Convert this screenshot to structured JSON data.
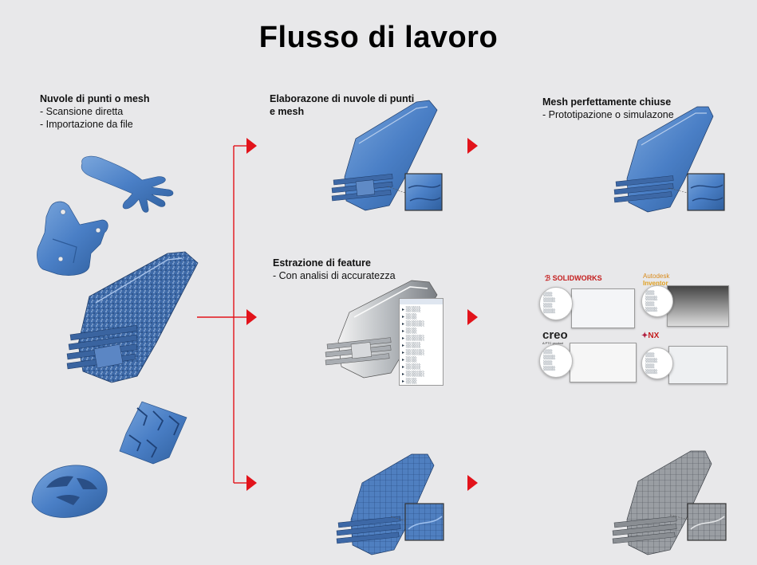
{
  "title": "Flusso di lavoro",
  "sections": {
    "input": {
      "heading": "Nuvole di punti o mesh",
      "line1": "- Scansione diretta",
      "line2": "- Importazione da file"
    },
    "processing": {
      "heading_line1": "Elaborazone di nuvole di punti",
      "heading_line2": "e mesh"
    },
    "mesh_output": {
      "heading": "Mesh perfettamente chiuse",
      "line1": "- Prototipazione o simulazone"
    },
    "feature": {
      "heading": "Estrazione di feature",
      "line1": "- Con analisi di accuratezza"
    }
  },
  "cad_logos": {
    "solidworks": "SOLIDWORKS",
    "autodesk_line1": "Autodesk",
    "autodesk_line2": "Inventor",
    "creo": "creo",
    "creo_sub": "A PTC product",
    "nx": "NX"
  },
  "colors": {
    "arrow": "#e2131b",
    "part_blue": "#4a7fc6",
    "background": "#e8e8ea"
  }
}
